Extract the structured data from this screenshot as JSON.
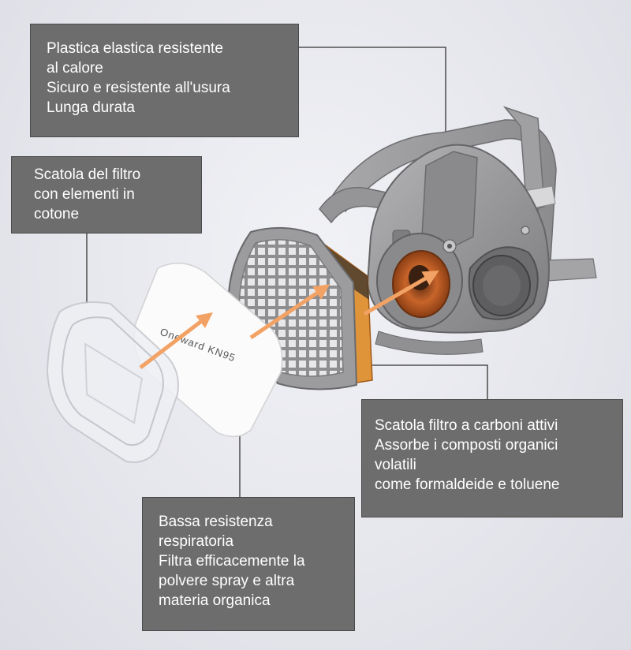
{
  "callouts": {
    "mask_body": [
      "Plastica elastica resistente",
      "al calore",
      "Sicuro e resistente all'usura",
      "Lunga durata"
    ],
    "cotton_filter_box": [
      "Scatola del filtro",
      "con elementi in",
      "cotone"
    ],
    "carbon_filter_box": [
      "Scatola filtro a carboni attivi",
      "Assorbe i composti organici",
      "volatili",
      "come formaldeide e toluene"
    ],
    "cotton_pad": [
      "Bassa resistenza",
      "respiratoria",
      "Filtra efficacemente la",
      "polvere spray e altra",
      "materia organica"
    ]
  },
  "pad_print": "Oneward KN95",
  "colors": {
    "box_fill": "#6d6d6d",
    "box_text": "#ffffff",
    "arrow": "#f2a264",
    "mask_gray": "#9a9a9c",
    "valve_orange": "#c8642a",
    "cartridge_orange": "#e0943a"
  }
}
